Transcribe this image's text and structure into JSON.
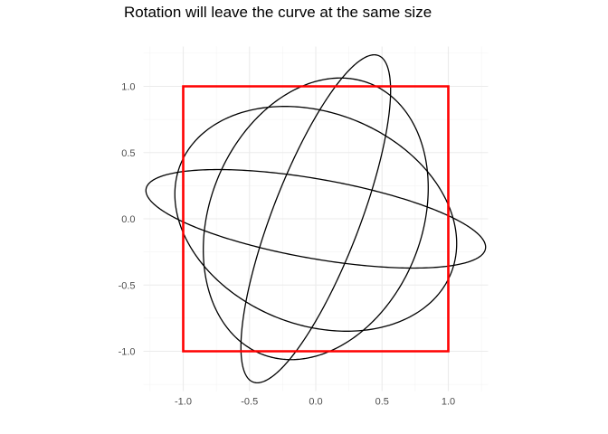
{
  "chart_data": {
    "type": "line",
    "title": "Rotation will leave the curve at the same size",
    "xlabel": "",
    "ylabel": "",
    "xlim": [
      -1.3,
      1.3
    ],
    "ylim": [
      -1.3,
      1.3
    ],
    "x_ticks": [
      -1.0,
      -0.5,
      0.0,
      0.5,
      1.0
    ],
    "x_tick_labels": [
      "-1.0",
      "-0.5",
      "0.0",
      "0.5",
      "1.0"
    ],
    "y_ticks": [
      -1.0,
      -0.5,
      0.0,
      0.5,
      1.0
    ],
    "y_tick_labels": [
      "-1.0",
      "-0.5",
      "0.0",
      "0.5",
      "1.0"
    ],
    "grid": true,
    "legend": "none",
    "square": {
      "corners": [
        [
          -1,
          -1
        ],
        [
          1,
          -1
        ],
        [
          1,
          1
        ],
        [
          -1,
          1
        ]
      ],
      "color": "#ff0000"
    },
    "curves": {
      "color": "#000000",
      "ellipses": [
        {
          "rx": 1.3,
          "ry": 0.3,
          "rotation_deg": -10
        },
        {
          "rx": 1.1,
          "ry": 0.8,
          "rotation_deg": -22
        },
        {
          "rx": 1.32,
          "ry": 0.33,
          "rotation_deg": 69
        },
        {
          "rx": 1.1,
          "ry": 0.8,
          "rotation_deg": 68
        }
      ]
    }
  }
}
